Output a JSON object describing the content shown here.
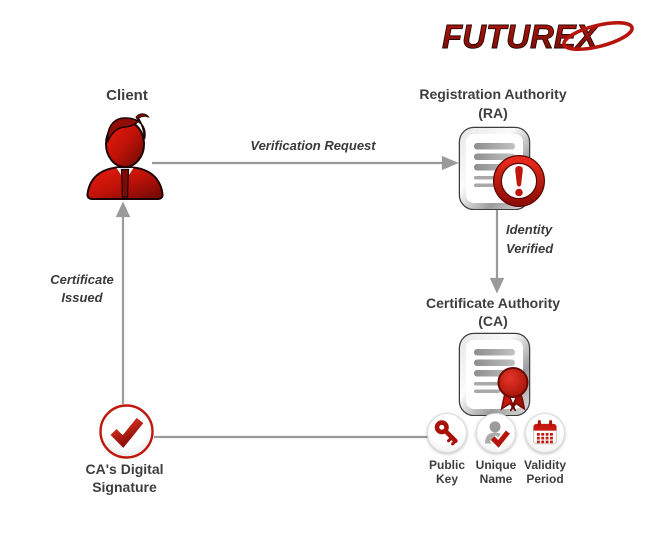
{
  "logo": {
    "text": "FUTUREX"
  },
  "nodes": {
    "client": {
      "label": "Client",
      "icon": "person-icon"
    },
    "registration_authority": {
      "label": "Registration Authority",
      "sublabel": "(RA)",
      "icon": "document-alert-icon"
    },
    "certificate_authority": {
      "label": "Certificate Authority",
      "sublabel": "(CA)",
      "icon": "document-ribbon-icon"
    },
    "ca_digital_signature": {
      "label_line1": "CA's Digital",
      "label_line2": "Signature",
      "icon": "checkmark-circle-icon"
    }
  },
  "edges": {
    "verification_request": {
      "label": "Verification Request",
      "from": "client",
      "to": "registration_authority"
    },
    "identity_verified": {
      "label_line1": "Identity",
      "label_line2": "Verified",
      "from": "registration_authority",
      "to": "certificate_authority"
    },
    "certificate_issued": {
      "label_line1": "Certificate",
      "label_line2": "Issued",
      "from": "ca_digital_signature",
      "to": "client"
    }
  },
  "certificate_attributes": [
    {
      "label_line1": "Public",
      "label_line2": "Key",
      "icon": "key-icon"
    },
    {
      "label_line1": "Unique",
      "label_line2": "Name",
      "icon": "user-check-icon"
    },
    {
      "label_line1": "Validity",
      "label_line2": "Period",
      "icon": "calendar-icon"
    }
  ],
  "colors": {
    "brand_red": "#c0170d",
    "dark_red": "#8c1008",
    "line_gray": "#9a9a9a",
    "text_dark": "#3e3e3e"
  }
}
